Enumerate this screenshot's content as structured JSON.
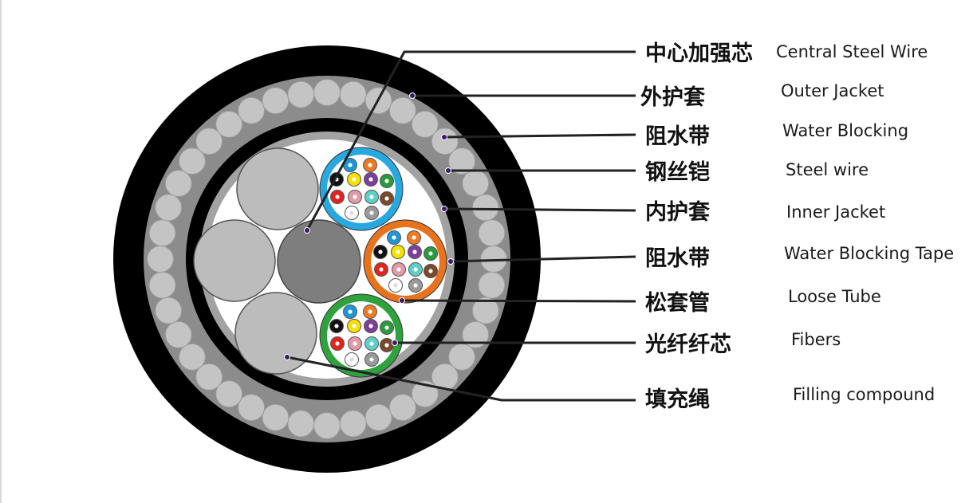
{
  "colors": {
    "outer_jacket": "#000000",
    "steel_band": "#8c8c8c",
    "steel_wire": "#c4c4c4",
    "inner_jacket": "#000000",
    "water_blocking_tape": "#a2a2a2",
    "filler_rope": "#bcbcbc",
    "central_member": "#7e7e7e",
    "leader_line": "#222222",
    "label_dot": "#3a1b6a"
  },
  "labels": [
    {
      "zh": "中心加强芯",
      "en": "Central Steel Wire"
    },
    {
      "zh": "外护套",
      "en": "Outer Jacket"
    },
    {
      "zh": "阻水带",
      "en": "Water Blocking"
    },
    {
      "zh": "钢丝铠",
      "en": "Steel wire"
    },
    {
      "zh": "内护套",
      "en": "Inner Jacket"
    },
    {
      "zh": "阻水带",
      "en": "Water Blocking Tape"
    },
    {
      "zh": "松套管",
      "en": "Loose Tube"
    },
    {
      "zh": "光纤纤芯",
      "en": "Fibers"
    },
    {
      "zh": "填充绳",
      "en": "Filling compound"
    }
  ],
  "tubes": [
    {
      "name": "blue-loose-tube",
      "color": "#29a8e0"
    },
    {
      "name": "orange-loose-tube",
      "color": "#e8731f"
    },
    {
      "name": "green-loose-tube",
      "color": "#2fa23d"
    }
  ],
  "fiber_colors": [
    "#1f96d6",
    "#ee7a24",
    "#2b9a3e",
    "#7a4a2d",
    "#9a9a9a",
    "#ffffff",
    "#e3231e",
    "#111111",
    "#f5e000",
    "#7d3f98",
    "#e39aa8",
    "#5fd0c8"
  ]
}
